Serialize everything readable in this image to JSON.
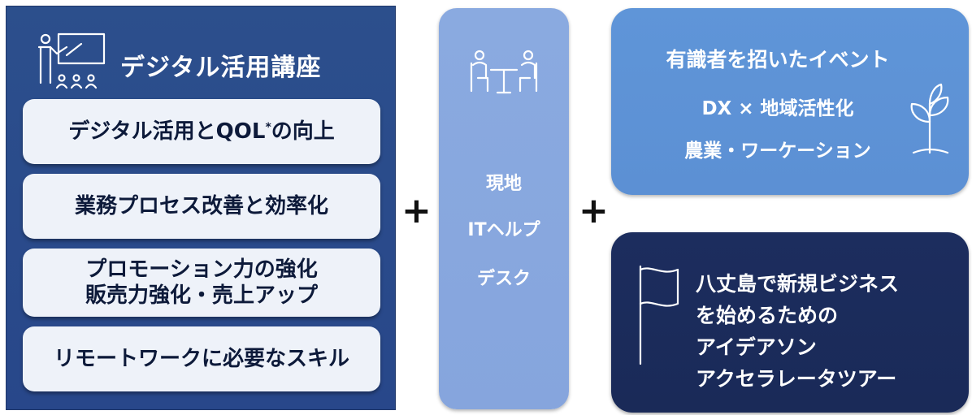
{
  "left": {
    "title": "デジタル活用講座",
    "items": [
      {
        "text": "デジタル活用とQOL",
        "sup": "*",
        "suffix": "の向上"
      },
      {
        "text": "業務プロセス改善と効率化"
      },
      {
        "line1": "プロモーション力の強化",
        "line2": "販売力強化・売上アップ"
      },
      {
        "text": "リモートワークに必要なスキル"
      }
    ],
    "icon": "teacher-presentation-icon"
  },
  "plus": "+",
  "middle": {
    "icon": "meeting-icon",
    "line1": "現地",
    "line2": "ITヘルプ",
    "line3": "デスク"
  },
  "top_right": {
    "title": "有識者を招いたイベント",
    "line1": "DX × 地域活性化",
    "line2": "農業・ワーケーション",
    "icon": "sprout-icon"
  },
  "bottom_right": {
    "icon": "flag-icon",
    "lines": [
      "八丈島で新規ビジネス",
      "を始めるための",
      "アイデアソン",
      "アクセラレータツアー"
    ]
  },
  "colors": {
    "left_panel": "#2c4f8c",
    "middle_panel": "#8aaae0",
    "top_right_panel": "#5f95d8",
    "bottom_right_panel": "#1c2d5e",
    "item_bg": "#eef2f9"
  }
}
